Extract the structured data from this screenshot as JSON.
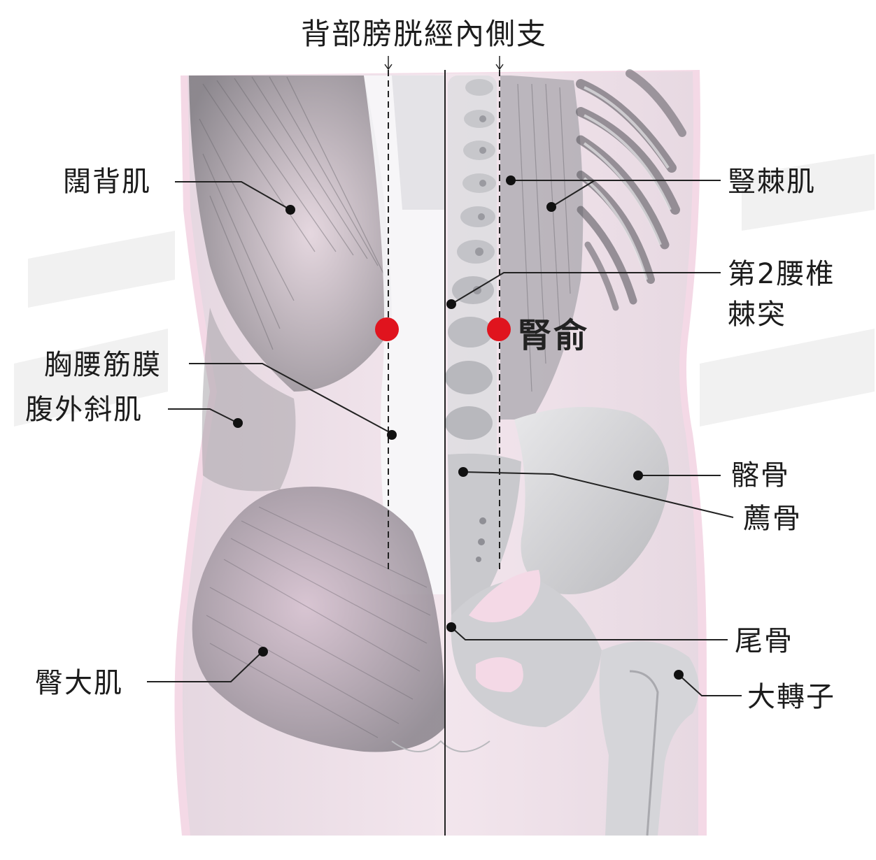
{
  "header_label": "背部膀胱經內側支",
  "acupoint": {
    "name": "腎俞",
    "color": "#e0141e"
  },
  "labels_left": {
    "latissimus": "闊背肌",
    "thoracolumbar_fascia": "胸腰筋膜",
    "external_oblique": "腹外斜肌",
    "gluteus_maximus": "臀大肌"
  },
  "labels_right": {
    "erector_spinae": "豎棘肌",
    "l2_spinous_line1": "第2腰椎",
    "l2_spinous_line2": "棘突",
    "ilium": "髂骨",
    "sacrum": "薦骨",
    "coccyx": "尾骨",
    "greater_trochanter": "大轉子"
  },
  "colors": {
    "skin_pink": "#f0c8dc",
    "muscle_gray": "#b4b4bc",
    "bone_gray": "#cfcfd3",
    "line": "#222222"
  }
}
